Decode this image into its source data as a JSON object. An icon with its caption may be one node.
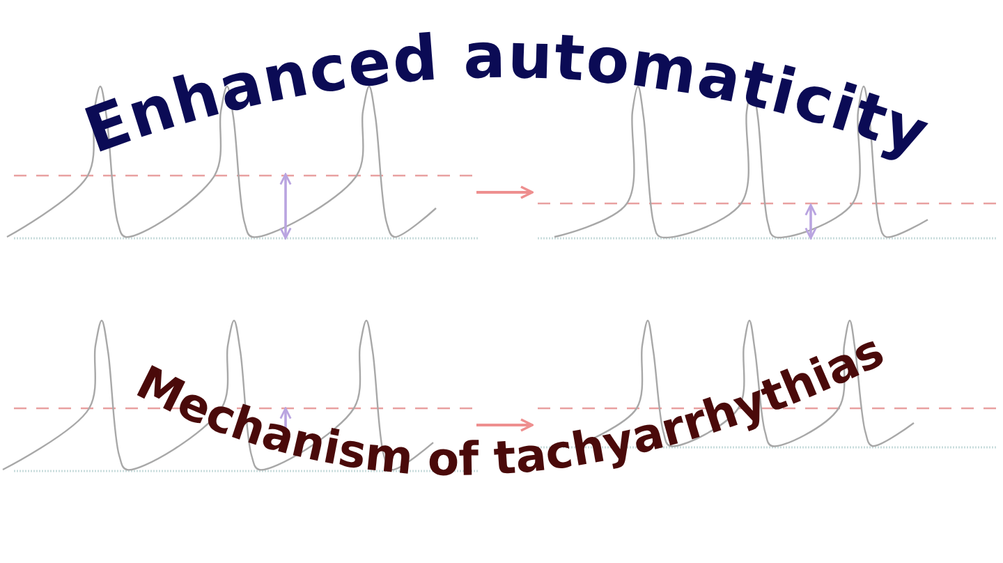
{
  "diagram": {
    "title": "Enhanced automaticity",
    "caption": "Mechanism of tachyarrhythias",
    "nodes": [
      {
        "text": [],
        "shape": "picture"
      },
      {
        "text": [],
        "shape": "picture"
      },
      {
        "text": [],
        "shape": "picture"
      },
      {
        "text": [],
        "shape": "picture"
      }
    ],
    "edges": [
      {
        "from": 0,
        "to": 1,
        "arrow": "to"
      },
      {
        "from": 2,
        "to": 3,
        "arrow": "to"
      }
    ]
  }
}
